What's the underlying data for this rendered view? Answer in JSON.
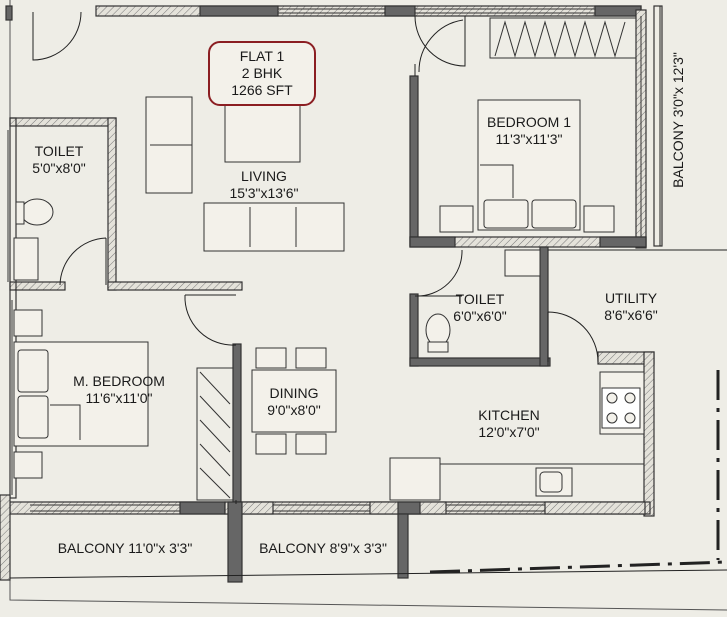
{
  "flat": {
    "name": "FLAT 1",
    "type": "2 BHK",
    "area": "1266 SFT"
  },
  "rooms": {
    "living": {
      "name": "LIVING",
      "size": "15'3\"x13'6\""
    },
    "bedroom1": {
      "name": "BEDROOM 1",
      "size": "11'3\"x11'3\""
    },
    "toilet_left": {
      "name": "TOILET",
      "size": "5'0\"x8'0\""
    },
    "toilet_center": {
      "name": "TOILET",
      "size": "6'0\"x6'0\""
    },
    "utility": {
      "name": "UTILITY",
      "size": "8'6\"x6'6\""
    },
    "master_bedroom": {
      "name": "M. BEDROOM",
      "size": "11'6\"x11'0\""
    },
    "dining": {
      "name": "DINING",
      "size": "9'0\"x8'0\""
    },
    "kitchen": {
      "name": "KITCHEN",
      "size": "12'0\"x7'0\""
    },
    "balcony_right": {
      "label": "BALCONY 3'0\"x 12'3\""
    },
    "balcony_bottom_left": {
      "label": "BALCONY 11'0\"x 3'3\""
    },
    "balcony_bottom_right": {
      "label": "BALCONY 8'9\"x 3'3\""
    }
  },
  "colors": {
    "wall": "#3a3a3a",
    "wall_fill": "#7a7a7a",
    "badge_border": "#8b1e22",
    "background": "#eeede6"
  }
}
